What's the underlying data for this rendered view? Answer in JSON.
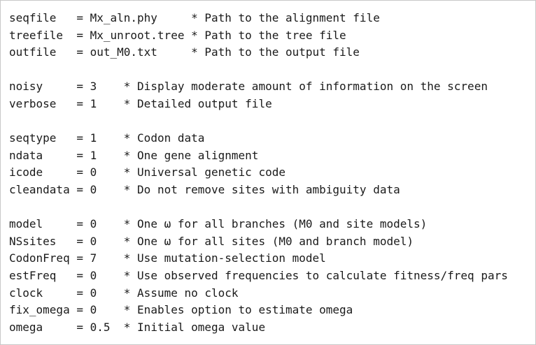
{
  "config_file": {
    "blocks": [
      [
        {
          "key": "seqfile",
          "value": "Mx_aln.phy",
          "comment": "Path to the alignment file"
        },
        {
          "key": "treefile",
          "value": "Mx_unroot.tree",
          "comment": "Path to the tree file"
        },
        {
          "key": "outfile",
          "value": "out_M0.txt",
          "comment": "Path to the output file"
        }
      ],
      [
        {
          "key": "noisy",
          "value": "3",
          "comment": "Display moderate amount of information on the screen"
        },
        {
          "key": "verbose",
          "value": "1",
          "comment": "Detailed output file"
        }
      ],
      [
        {
          "key": "seqtype",
          "value": "1",
          "comment": "Codon data"
        },
        {
          "key": "ndata",
          "value": "1",
          "comment": "One gene alignment"
        },
        {
          "key": "icode",
          "value": "0",
          "comment": "Universal genetic code"
        },
        {
          "key": "cleandata",
          "value": "0",
          "comment": "Do not remove sites with ambiguity data"
        }
      ],
      [
        {
          "key": "model",
          "value": "0",
          "comment": "One ω for all branches (M0 and site models)"
        },
        {
          "key": "NSsites",
          "value": "0",
          "comment": "One ω for all sites (M0 and branch model)"
        },
        {
          "key": "CodonFreq",
          "value": "7",
          "comment": "Use mutation-selection model"
        },
        {
          "key": "estFreq",
          "value": "0",
          "comment": "Use observed frequencies to calculate fitness/freq pars"
        },
        {
          "key": "clock",
          "value": "0",
          "comment": "Assume no clock"
        },
        {
          "key": "fix_omega",
          "value": "0",
          "comment": "Enables option to estimate omega"
        },
        {
          "key": "omega",
          "value": "0.5",
          "comment": "Initial omega value"
        }
      ]
    ]
  }
}
